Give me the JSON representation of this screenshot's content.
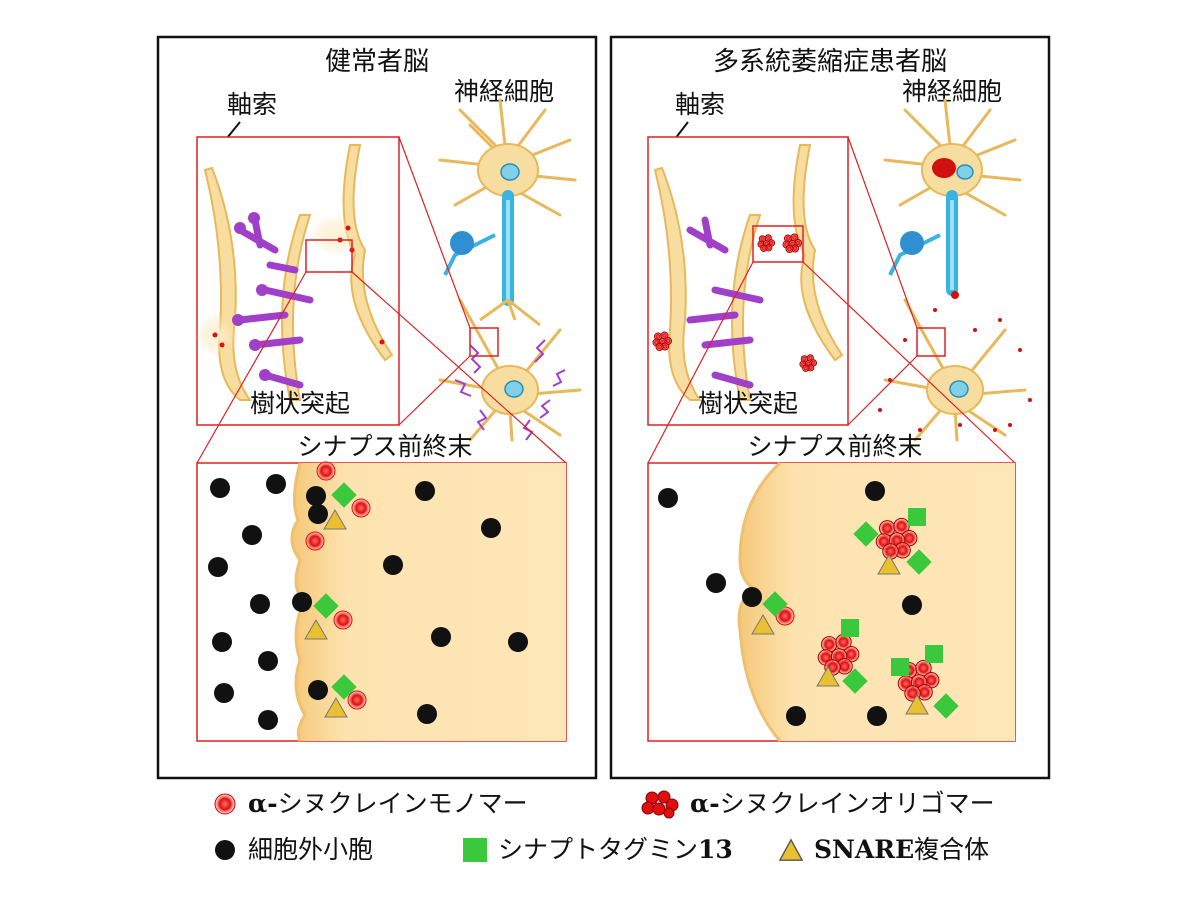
{
  "panels": {
    "healthy": {
      "title": "健常者脳",
      "neuron_label": "神経細胞",
      "axon_label": "軸索",
      "dendrite_label": "樹状突起",
      "terminal_label": "シナプス前終末"
    },
    "msa": {
      "title": "多系統萎縮症患者脳",
      "neuron_label": "神経細胞",
      "axon_label": "軸索",
      "dendrite_label": "樹状突起",
      "terminal_label": "シナプス前終末"
    }
  },
  "legend": {
    "monomer": {
      "prefix": "α-",
      "label": "シヌクレインモノマー",
      "icon": "red-circle-icon"
    },
    "oligomer": {
      "prefix": "α-",
      "label": "シヌクレインオリゴマー",
      "icon": "red-cluster-icon"
    },
    "vesicle": {
      "label": "細胞外小胞",
      "icon": "black-dot-icon"
    },
    "synaptotagmin": {
      "label": "シナプトタグミン",
      "suffix": "13",
      "icon": "green-square-icon"
    },
    "snare": {
      "prefix": "SNARE",
      "label": "複合体",
      "icon": "yellow-triangle-icon"
    }
  },
  "colors": {
    "cell": "#f8dda0",
    "cell_outline": "#e8b85a",
    "frame_red": "#e02020",
    "dendrite_purple": "#a040c8",
    "myelin_blue": "#39b3e0",
    "monomer_red": "#e01010",
    "synaptotagmin_green": "#3cc83c",
    "snare_yellow": "#e8c030",
    "vesicle_black": "#111111"
  }
}
